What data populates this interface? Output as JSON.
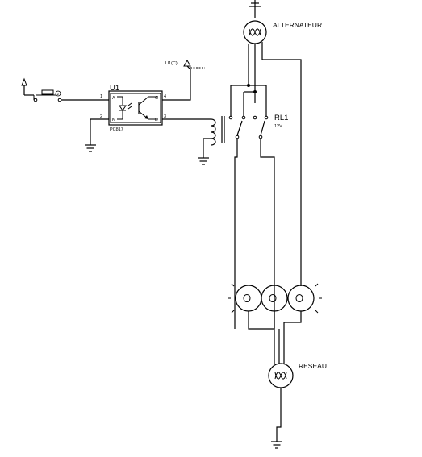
{
  "labels": {
    "alternator": "ALTERNATEUR",
    "grid": "RESEAU",
    "optocoupler_ref": "U1",
    "optocoupler_part": "PC817",
    "optocoupler_probe": "U1(C)",
    "relay_ref": "RL1",
    "relay_voltage": "12V",
    "switch_pin": "2"
  },
  "pins": {
    "anode_num": "1",
    "cathode_num": "2",
    "collector_num": "4",
    "emitter_num": "3",
    "anode": "A",
    "cathode": "K",
    "collector": "C",
    "emitter": "E"
  }
}
